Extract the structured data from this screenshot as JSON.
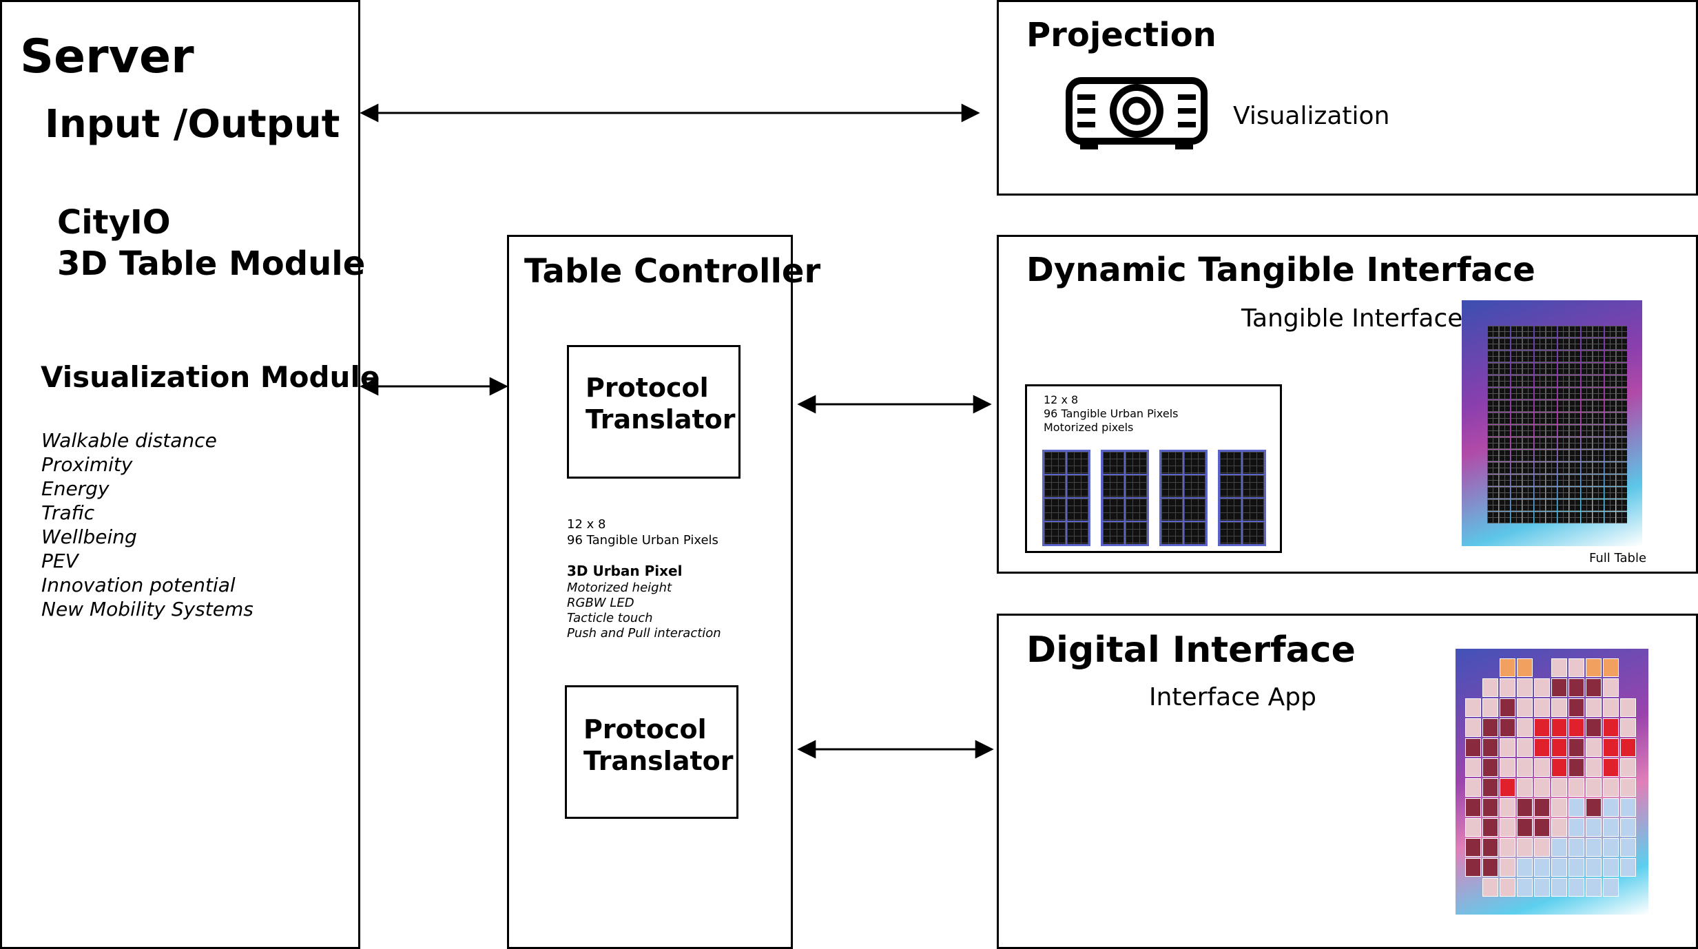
{
  "server": {
    "title": "Server",
    "subtitle": "Input /Output",
    "module_line1": "CityIO",
    "module_line2": "3D Table Module",
    "vis_title": "Visualization Module",
    "vis_items": [
      "Walkable distance",
      "Proximity",
      "Energy",
      "Trafic",
      "Wellbeing",
      "PEV",
      "Innovation potential",
      "New Mobility Systems"
    ]
  },
  "controller": {
    "title": "Table Controller",
    "translator_top_line1": "Protocol",
    "translator_top_line2": "Translator",
    "grid_spec": "12 x 8",
    "pixel_count": "96 Tangible Urban Pixels",
    "urban_pixel_title": "3D Urban Pixel",
    "urban_pixel_features": [
      "Motorized height",
      "RGBW LED",
      "Tacticle touch",
      "Push and Pull interaction"
    ],
    "translator_bottom_line1": "Protocol",
    "translator_bottom_line2": "Translator"
  },
  "projection": {
    "title": "Projection",
    "icon": "projector-icon",
    "label": "Visualization"
  },
  "tangible": {
    "title": "Dynamic Tangible Interface",
    "subtitle": "Tangible Interface",
    "inset_line1": "12 x 8",
    "inset_line2": "96 Tangible Urban Pixels",
    "inset_line3": "Motorized pixels",
    "full_table_label": "Full Table"
  },
  "digital": {
    "title": "Digital Interface",
    "subtitle": "Interface App"
  },
  "colors": {
    "stroke": "#000000",
    "module_blue": "#5a63c8",
    "pixel_dark": "#111111",
    "heat_red": "#e0202a",
    "heat_maroon": "#8a2a3e",
    "heat_orange": "#f2a060",
    "heat_lightblue": "#b9d3ef",
    "heat_pink": "#e8c8cc"
  }
}
